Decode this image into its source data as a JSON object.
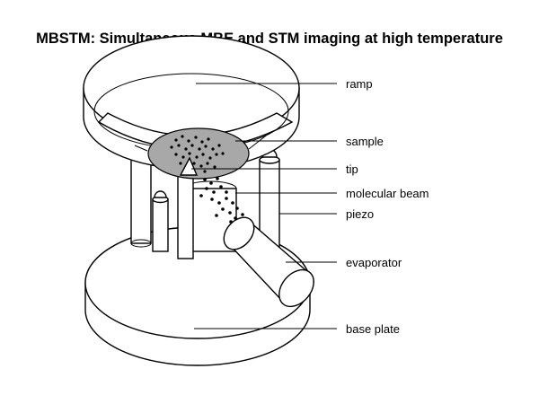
{
  "title": "MBSTM: Simultaneous MBE and STM imaging at high temperature",
  "labels": {
    "ramp": "ramp",
    "sample": "sample",
    "tip": "tip",
    "molecular_beam": "molecular beam",
    "piezo": "piezo",
    "evaporator": "evaporator",
    "base_plate": "base plate"
  },
  "colors": {
    "line": "#000000",
    "sample_fill": "#a8a8a8",
    "background": "#ffffff"
  }
}
